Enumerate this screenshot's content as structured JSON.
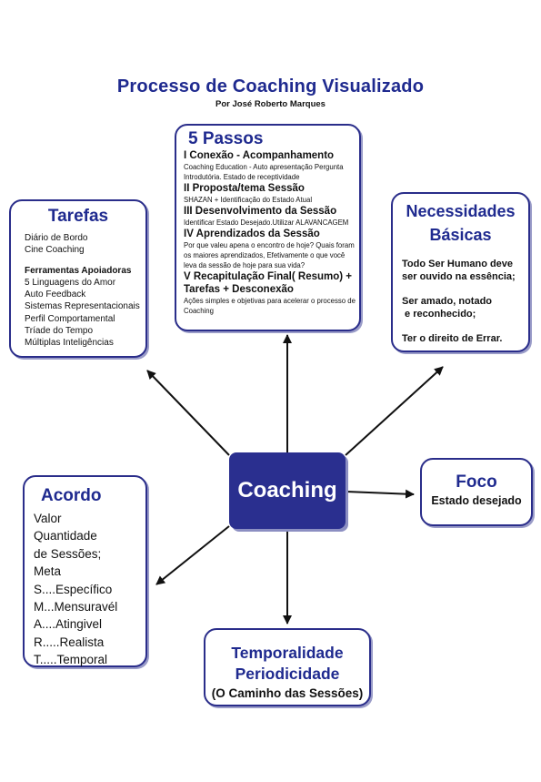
{
  "title": "Processo de Coaching  Visualizado",
  "subtitle": "Por José Roberto Marques",
  "center": "Coaching",
  "colors": {
    "navy": "#2a2f8f",
    "heading": "#1f2a8f",
    "border": "#2a2d8a"
  },
  "tarefas": {
    "heading": "Tarefas",
    "items": [
      "Diário de Bordo",
      "Cine Coaching"
    ],
    "tools_heading": "Ferramentas Apoiadoras",
    "tools": [
      "5 Linguagens do Amor",
      "Auto Feedback",
      "Sistemas Representacionais",
      "Perfil Comportamental",
      "Tríade do Tempo",
      "Múltiplas Inteligências"
    ]
  },
  "passos": {
    "heading": "5 Passos",
    "step1": "I Conexão - Acompanhamento",
    "step1_desc": "Coaching Education - Auto apresentação Pergunta Introdutória. Estado de receptividade",
    "step2": "II Proposta/tema Sessão",
    "step2_desc": "SHAZAN + Identificação do Estado Atual",
    "step3": "III Desenvolvimento da Sessão",
    "step3_desc": "Identificar Estado Desejado.Utilizar ALAVANCAGEM",
    "step4": "IV Aprendizados da Sessão",
    "step4_desc": "Por que valeu apena o encontro de hoje? Quais foram os maiores aprendizados, Efetivamente o que você leva da sessão de hoje para sua vida?",
    "step5": "V Recapitulação Final( Resumo) + Tarefas + Desconexão",
    "step5_desc": "Ações simples e objetivas para acelerar o processo de Coaching"
  },
  "necessidades": {
    "heading": "Necessidades Básicas",
    "p1": "Todo Ser Humano deve ser ouvido na essência;",
    "p2a": "Ser amado, notado",
    "p2b": " e reconhecido;",
    "p3": "Ter o direito de Errar."
  },
  "foco": {
    "heading": "Foco",
    "text": "Estado desejado"
  },
  "acordo": {
    "heading": "Acordo",
    "items": [
      "Valor",
      "Quantidade",
      "de Sessões;",
      "Meta",
      "S....Específico",
      "M...Mensuravél",
      "A....Atingivel",
      "R.....Realista",
      "T.....Temporal"
    ]
  },
  "temporalidade": {
    "line1": "Temporalidade",
    "line2": "Periodicidade",
    "text": "(O Caminho das Sessões)"
  }
}
